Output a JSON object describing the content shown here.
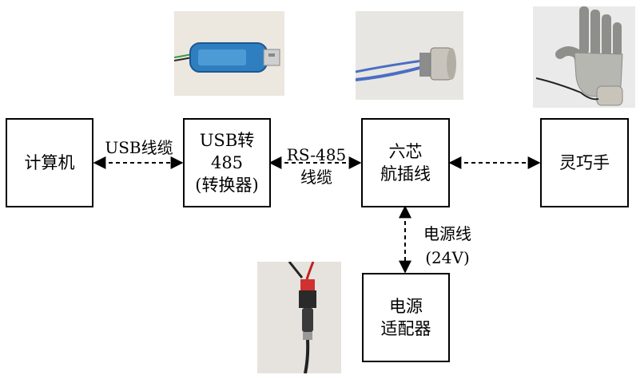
{
  "nodes": {
    "computer": {
      "lines": [
        "计算机"
      ]
    },
    "converter": {
      "lines": [
        "USB转485",
        "(转换器)"
      ]
    },
    "connector": {
      "lines": [
        "六芯",
        "航插线"
      ]
    },
    "hand": {
      "lines": [
        "灵巧手"
      ]
    },
    "power": {
      "lines": [
        "电源",
        "适配器"
      ]
    }
  },
  "edges": {
    "usb_cable": {
      "lines": [
        "USB线缆"
      ]
    },
    "rs485_cable": {
      "lines": [
        "RS-485",
        "线缆"
      ]
    },
    "power_cable": {
      "lines": [
        "电源线",
        "(24V)"
      ]
    }
  },
  "colors": {
    "stroke": "#000000",
    "usb_body": "#2f7fc0",
    "hand_metal": "#b7b7b2"
  }
}
